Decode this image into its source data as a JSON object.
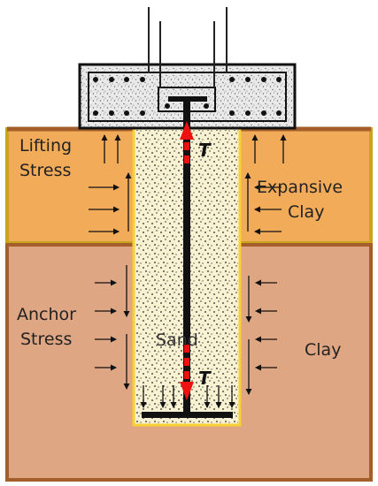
{
  "labels": {
    "lifting_line1": "Lifting",
    "lifting_line2": "Stress",
    "expansive_line1": "Expansive",
    "expansive_line2": "Clay",
    "anchor_line1": "Anchor",
    "anchor_line2": "Stress",
    "sand": "Sand",
    "clay": "Clay",
    "tension_top": "T",
    "tension_bottom": "T"
  },
  "colors": {
    "expansive_clay": "#f2ac59",
    "expansive_clay_border": "#c7a51c",
    "clay": "#dfa684",
    "clay_border": "#a45e2a",
    "sand": "#f8f1d2",
    "sand_border": "#f7d033",
    "concrete": "#e9e9e9",
    "tension_arrow": "#ee1111",
    "rod": "#111111"
  }
}
